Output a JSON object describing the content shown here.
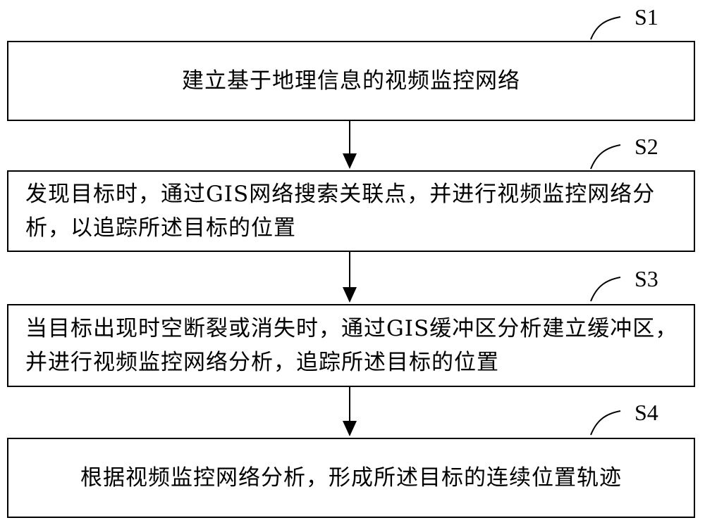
{
  "steps": [
    {
      "label": "S1",
      "text": "建立基于地理信息的视频监控网络"
    },
    {
      "label": "S2",
      "text": "发现目标时，通过GIS网络搜索关联点，并进行视频监控网络分析，以追踪所述目标的位置"
    },
    {
      "label": "S3",
      "text": "当目标出现时空断裂或消失时，通过GIS缓冲区分析建立缓冲区，并进行视频监控网络分析，追踪所述目标的位置"
    },
    {
      "label": "S4",
      "text": "根据视频监控网络分析，形成所述目标的连续位置轨迹"
    }
  ]
}
